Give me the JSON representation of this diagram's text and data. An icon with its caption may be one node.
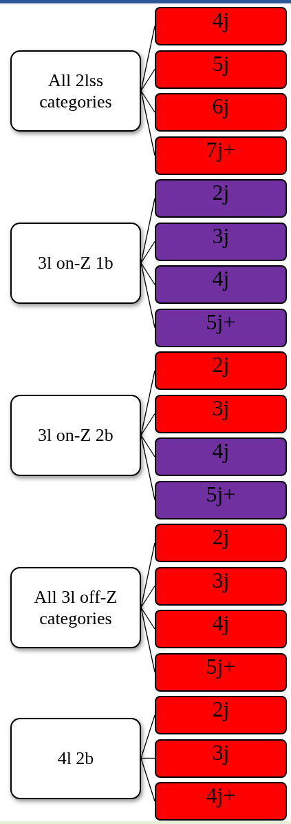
{
  "diagram": {
    "nodes": [
      {
        "text": [
          "All 2lss categories"
        ]
      },
      {
        "text": [
          "4j"
        ]
      },
      {
        "text": [
          "5j"
        ]
      },
      {
        "text": [
          "6j"
        ]
      },
      {
        "text": [
          "7j+"
        ]
      },
      {
        "text": [
          "3l on-Z 1b"
        ]
      },
      {
        "text": [
          "2j"
        ]
      },
      {
        "text": [
          "3j"
        ]
      },
      {
        "text": [
          "4j"
        ]
      },
      {
        "text": [
          "5j+"
        ]
      },
      {
        "text": [
          "3l on-Z 2b"
        ]
      },
      {
        "text": [
          "2j"
        ]
      },
      {
        "text": [
          "3j"
        ]
      },
      {
        "text": [
          "4j"
        ]
      },
      {
        "text": [
          "5j+"
        ]
      },
      {
        "text": [
          "All 3l off-Z categories"
        ]
      },
      {
        "text": [
          "2j"
        ]
      },
      {
        "text": [
          "3j"
        ]
      },
      {
        "text": [
          "4j"
        ]
      },
      {
        "text": [
          "5j+"
        ]
      },
      {
        "text": [
          "4l 2b"
        ]
      },
      {
        "text": [
          "2j"
        ]
      },
      {
        "text": [
          "3j"
        ]
      },
      {
        "text": [
          "4j+"
        ]
      }
    ],
    "edges": [
      {
        "from": 0,
        "to": 1,
        "arrow": "none"
      },
      {
        "from": 0,
        "to": 2,
        "arrow": "none"
      },
      {
        "from": 0,
        "to": 3,
        "arrow": "none"
      },
      {
        "from": 0,
        "to": 4,
        "arrow": "none"
      },
      {
        "from": 5,
        "to": 6,
        "arrow": "none"
      },
      {
        "from": 5,
        "to": 7,
        "arrow": "none"
      },
      {
        "from": 5,
        "to": 8,
        "arrow": "none"
      },
      {
        "from": 5,
        "to": 9,
        "arrow": "none"
      },
      {
        "from": 10,
        "to": 11,
        "arrow": "none"
      },
      {
        "from": 10,
        "to": 12,
        "arrow": "none"
      },
      {
        "from": 10,
        "to": 13,
        "arrow": "none"
      },
      {
        "from": 10,
        "to": 14,
        "arrow": "none"
      },
      {
        "from": 15,
        "to": 16,
        "arrow": "none"
      },
      {
        "from": 15,
        "to": 17,
        "arrow": "none"
      },
      {
        "from": 15,
        "to": 18,
        "arrow": "none"
      },
      {
        "from": 15,
        "to": 19,
        "arrow": "none"
      },
      {
        "from": 20,
        "to": 21,
        "arrow": "none"
      },
      {
        "from": 20,
        "to": 22,
        "arrow": "none"
      },
      {
        "from": 20,
        "to": 23,
        "arrow": "none"
      }
    ]
  }
}
